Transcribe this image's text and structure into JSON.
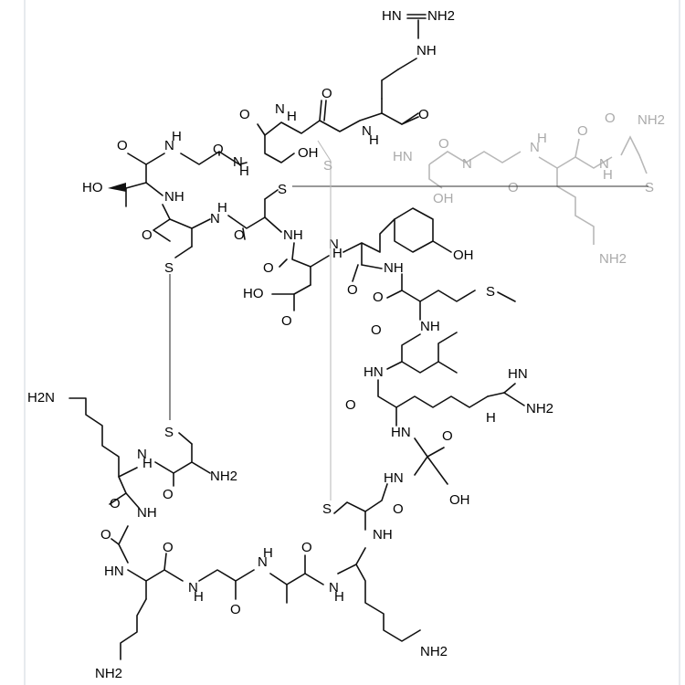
{
  "title": "",
  "colors": {
    "bond": "#111111",
    "faint": "#aaaaaa",
    "background": "#ffffff"
  },
  "labels": {
    "nh2": "NH2",
    "hn": "HN",
    "nh": "NH",
    "h2n": "H2N",
    "n": "N",
    "h": "H",
    "hn_h": "N",
    "s": "S",
    "oh": "OH",
    "ho": "HO",
    "hoc": "HO",
    "o": "O",
    "hn_guan": "HN",
    "h2n_guan": "H2N",
    "amide": "NH2",
    "o_upper": "O"
  }
}
